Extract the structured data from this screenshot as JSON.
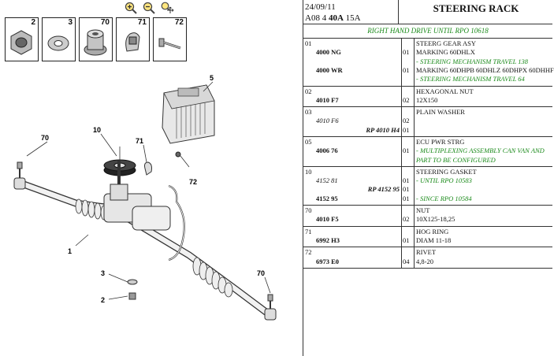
{
  "header": {
    "date": "24/09/11",
    "code_prefix": "A08 4",
    "code_bold": "40A",
    "code_suffix": "15A",
    "title": "STEERING RACK"
  },
  "subtitle": "RIGHT HAND DRIVE UNTIL RPO 10618",
  "toolbar": {
    "icons": [
      "zoom-in-icon",
      "zoom-out-icon",
      "zoom-pan-icon"
    ]
  },
  "thumbnails": [
    "2",
    "3",
    "70",
    "71",
    "72"
  ],
  "callouts": [
    "5",
    "10",
    "71",
    "70",
    "72",
    "1",
    "3",
    "2",
    "70"
  ],
  "parts": [
    {
      "ref": "01",
      "lines": [
        {
          "part": "",
          "qty": "",
          "desc": "STEERG GEAR ASY",
          "desc_style": "plain"
        },
        {
          "part": "4000 NG",
          "qty": "01",
          "desc": "MARKING 60DHLX",
          "desc_style": "plain"
        },
        {
          "part": "",
          "qty": "",
          "desc": "- STEERING MECHANISM TRAVEL 138",
          "desc_style": "green"
        },
        {
          "part": "4000 WR",
          "qty": "01",
          "desc": "MARKING 60DHPB 60DHLZ 60DHPX 60DHHF",
          "desc_style": "plain"
        },
        {
          "part": "",
          "qty": "",
          "desc": "- STEERING MECHANISM TRAVEL 64",
          "desc_style": "green"
        }
      ]
    },
    {
      "ref": "02",
      "lines": [
        {
          "part": "",
          "qty": "",
          "desc": "HEXAGONAL NUT",
          "desc_style": "plain"
        },
        {
          "part": "4010 F7",
          "qty": "02",
          "desc": "12X150",
          "desc_style": "plain"
        }
      ]
    },
    {
      "ref": "03",
      "lines": [
        {
          "part": "",
          "qty": "",
          "desc": "PLAIN WASHER",
          "desc_style": "plain"
        },
        {
          "part": "4010 F6",
          "part_style": "ital",
          "qty": "02",
          "desc": "",
          "desc_style": "plain"
        },
        {
          "part": "RP 4010 H4",
          "part_style": "ital-right",
          "qty": "01",
          "desc": "",
          "desc_style": "plain"
        }
      ]
    },
    {
      "ref": "05",
      "lines": [
        {
          "part": "",
          "qty": "",
          "desc": "ECU PWR STRG",
          "desc_style": "plain"
        },
        {
          "part": "4006 76",
          "qty": "01",
          "desc": "- MULTIPLEXING ASSEMBLY CAN VAN AND",
          "desc_style": "green"
        },
        {
          "part": "",
          "qty": "",
          "desc": "PART TO BE CONFIGURED",
          "desc_style": "green"
        }
      ]
    },
    {
      "ref": "10",
      "lines": [
        {
          "part": "",
          "qty": "",
          "desc": "STEERING GASKET",
          "desc_style": "plain"
        },
        {
          "part": "4152 81",
          "part_style": "ital",
          "qty": "01",
          "desc": "- UNTIL RPO 10583",
          "desc_style": "green"
        },
        {
          "part": "RP 4152 95",
          "part_style": "ital-right",
          "qty": "01",
          "desc": "",
          "desc_style": "plain"
        },
        {
          "part": "4152 95",
          "qty": "01",
          "desc": "- SINCE RPO 10584",
          "desc_style": "green"
        }
      ]
    },
    {
      "ref": "70",
      "lines": [
        {
          "part": "",
          "qty": "",
          "desc": "NUT",
          "desc_style": "plain"
        },
        {
          "part": "4010 F5",
          "qty": "02",
          "desc": "10X125-18,25",
          "desc_style": "plain"
        }
      ]
    },
    {
      "ref": "71",
      "lines": [
        {
          "part": "",
          "qty": "",
          "desc": "HOG RING",
          "desc_style": "plain"
        },
        {
          "part": "6992 H3",
          "qty": "01",
          "desc": "DIAM 11-18",
          "desc_style": "plain"
        }
      ]
    },
    {
      "ref": "72",
      "lines": [
        {
          "part": "",
          "qty": "",
          "desc": "RIVET",
          "desc_style": "plain"
        },
        {
          "part": "6973 E0",
          "qty": "04",
          "desc": "4,8-20",
          "desc_style": "plain"
        }
      ]
    }
  ]
}
